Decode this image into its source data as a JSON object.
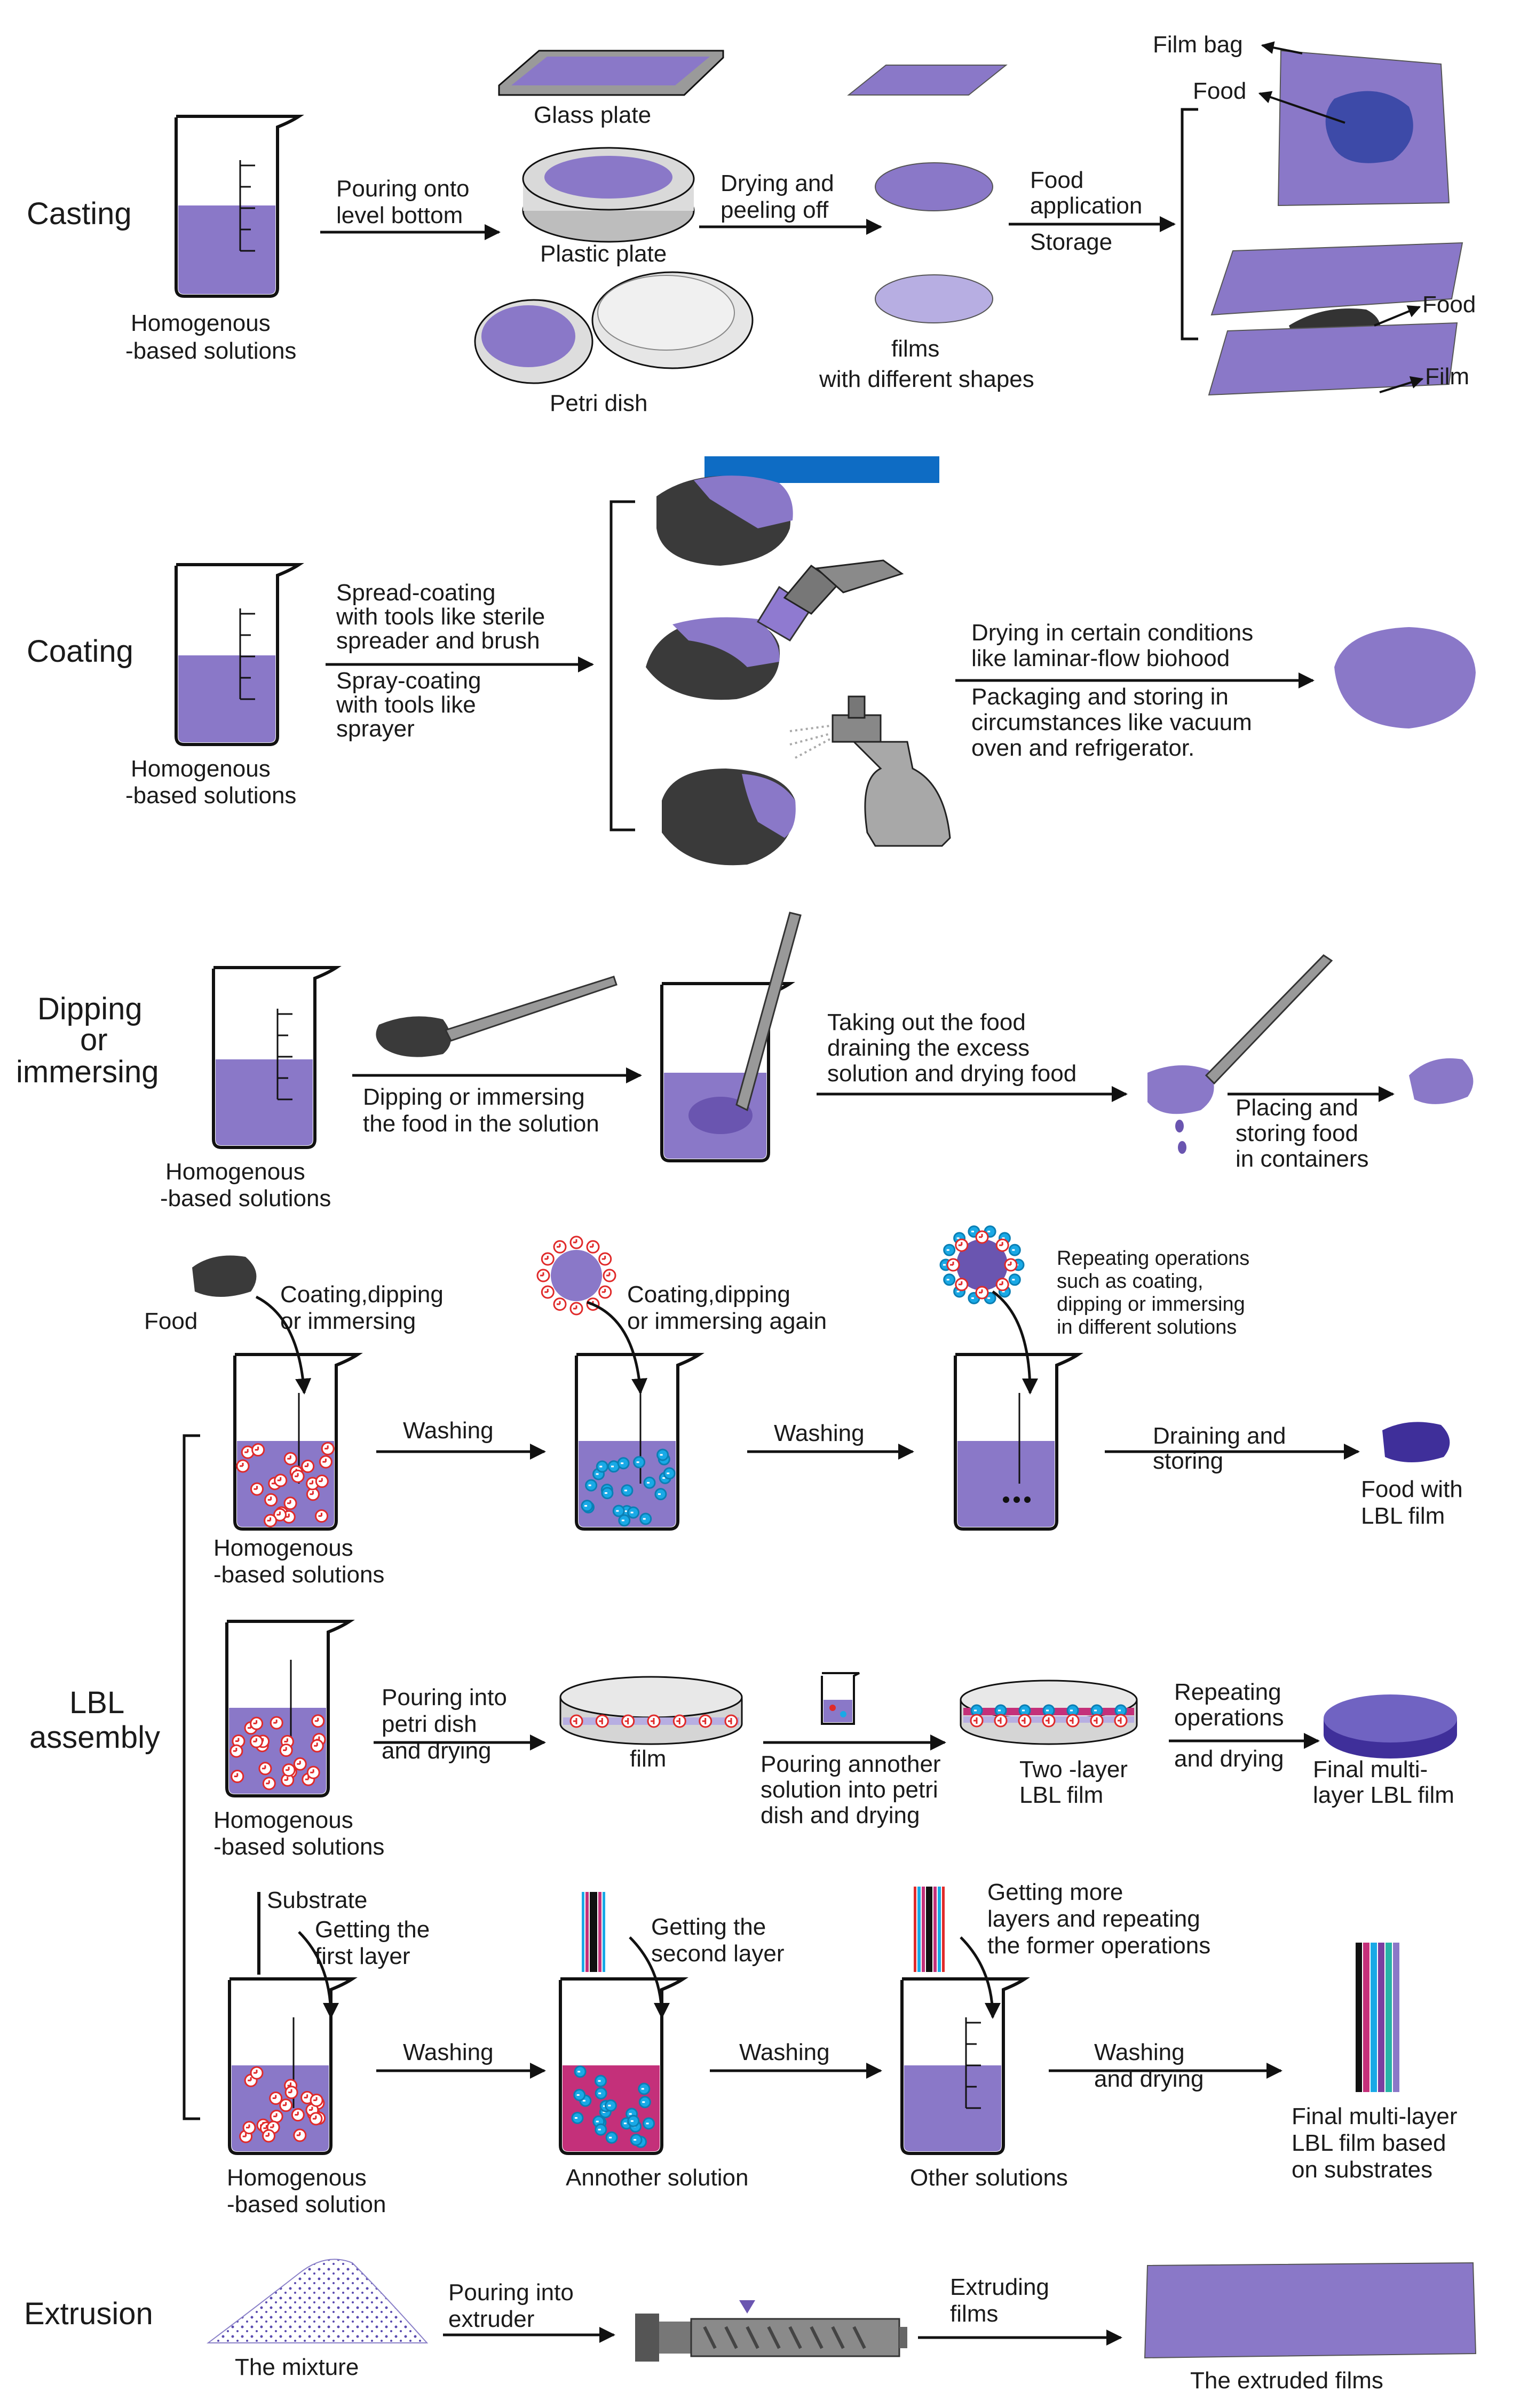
{
  "colors": {
    "purple": "#8a78c8",
    "purple_light": "#b7aee2",
    "purple_dark": "#4b3f9a",
    "food_gray": "#3d3d3d",
    "blue_band": "#0e6cc4",
    "positive_charge": "#e02a2a",
    "negative_charge": "#19a9e6",
    "magenta_solution": "#c4307a"
  },
  "casting": {
    "title": "Casting",
    "solution": [
      "Homogenous",
      "-based solutions"
    ],
    "pour": [
      "Pouring onto",
      "level bottom"
    ],
    "glass": "Glass plate",
    "plastic": "Plastic plate",
    "petri": "Petri dish",
    "drying": [
      "Drying and",
      "peeling off"
    ],
    "films": [
      "films",
      "with different shapes"
    ],
    "application": [
      "Food",
      "application",
      "Storage"
    ],
    "film_bag": "Film bag",
    "food1": "Food",
    "food2": "Food",
    "film": "Film"
  },
  "coating": {
    "title": "Coating",
    "solution": [
      "Homogenous",
      "-based solutions"
    ],
    "spread": [
      "Spread-coating",
      "with tools like sterile",
      "spreader and brush"
    ],
    "spray": [
      "Spray-coating",
      "with tools like",
      "sprayer"
    ],
    "dry": [
      "Drying in certain conditions",
      "like laminar-flow biohood"
    ],
    "pack": [
      "Packaging and storing in",
      "circumstances like vacuum",
      "oven and refrigerator."
    ]
  },
  "dipping": {
    "title": [
      "Dipping",
      "or",
      "immersing"
    ],
    "solution": [
      "Homogenous",
      "-based solutions"
    ],
    "dip": [
      "Dipping or immersing",
      "the food in the solution"
    ],
    "take": [
      "Taking out the food",
      "draining the excess",
      "solution and drying food"
    ],
    "place": [
      "Placing and",
      "storing food",
      "in containers"
    ]
  },
  "lbl": {
    "title": [
      "LBL",
      "assembly"
    ],
    "row1": {
      "food": "Food",
      "coat1": [
        "Coating,dipping",
        "or immersing"
      ],
      "coat2": [
        "Coating,dipping",
        "or immersing again"
      ],
      "repeat": [
        "Repeating operations",
        "such as coating,",
        "dipping or immersing",
        "in different solutions"
      ],
      "wash1": "Washing",
      "wash2": "Washing",
      "drain": [
        "Draining and",
        "storing"
      ],
      "solution": [
        "Homogenous",
        "-based solutions"
      ],
      "result": [
        "Food with",
        "LBL film"
      ]
    },
    "row2": {
      "pour": [
        "Pouring into",
        "petri dish",
        "and drying"
      ],
      "film": "film",
      "pour2": [
        "Pouring annother",
        "solution into petri",
        "dish and drying"
      ],
      "two": [
        "Two -layer",
        "LBL film"
      ],
      "repeat": [
        "Repeating",
        "operations",
        "and drying"
      ],
      "solution": [
        "Homogenous",
        "-based solutions"
      ],
      "final": [
        "Final multi-",
        "layer LBL film"
      ]
    },
    "row3": {
      "substrate": "Substrate",
      "first": [
        "Getting the",
        "first layer"
      ],
      "second": [
        "Getting the",
        "second layer"
      ],
      "more": [
        "Getting more",
        "layers and repeating",
        "the former operations"
      ],
      "wash1": "Washing",
      "wash2": "Washing",
      "wash3": [
        "Washing",
        "and drying"
      ],
      "solution": [
        "Homogenous",
        "-based solution"
      ],
      "another": "Annother solution",
      "other": "Other solutions",
      "final": [
        "Final multi-layer",
        "LBL film based",
        "on substrates"
      ]
    }
  },
  "extrusion": {
    "title": "Extrusion",
    "mixture": "The mixture",
    "pour": [
      "Pouring into",
      "extruder"
    ],
    "extrude": [
      "Extruding",
      "films"
    ],
    "result": "The extruded  films"
  }
}
